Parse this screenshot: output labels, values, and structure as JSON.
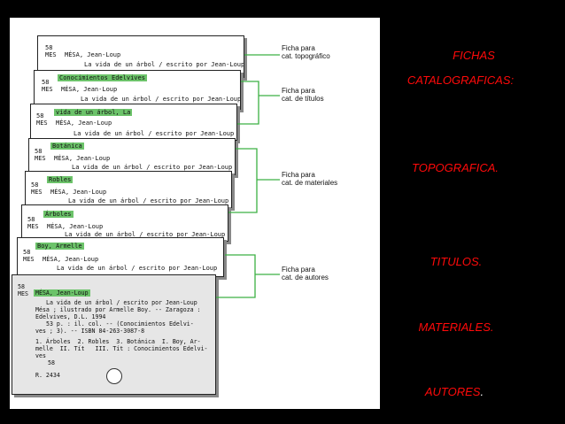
{
  "card_common": {
    "call_number": "58",
    "call_letters": "MES",
    "author": "MÉSA, Jean-Loup",
    "title": "La vida de un árbol / escrito por Jean-Loup"
  },
  "cards": [
    {
      "heading": "",
      "call_number": "58",
      "call_letters": "MES",
      "author_line": "MÉSA, Jean-Loup"
    },
    {
      "heading": "Conocimientos Edelvives"
    },
    {
      "heading": "vida de un árbol, La"
    },
    {
      "heading": "Botánica"
    },
    {
      "heading": "Robles"
    },
    {
      "heading": "Árboles"
    },
    {
      "heading": "Boy, Armelle"
    }
  ],
  "main_card": {
    "call_number": "58",
    "call_letters": "MES",
    "author": "MÉSA, Jean-Loup",
    "lines": [
      "La vida de un árbol / escrito por Jean-Loup",
      "Mésa ; ilustrado por Armelle Boy. -- Zaragoza :",
      "Edelvives, D.L. 1994",
      "53 p. : il. col. -- (Conocimientos Edelvi-",
      "ves ; 3). -- ISBN 84-263-3087-8",
      "",
      "1. Árboles  2. Robles  3. Botánica  I. Boy, Ar-",
      "melle  II. Tít   III. Tít : Conocimientos Edelvi-",
      "ves",
      "58",
      "R. 2434"
    ]
  },
  "callouts": [
    {
      "line1": "Ficha para",
      "line2": "cat. topográfico"
    },
    {
      "line1": "Ficha para",
      "line2": "cat. de títulos"
    },
    {
      "line1": "Ficha para",
      "line2": "cat. de materiales"
    },
    {
      "line1": "Ficha para",
      "line2": "cat. de autores"
    }
  ],
  "right_panel": {
    "heading1": "FICHAS",
    "heading2": "CATALOGRAFICAS:",
    "item1": "TOPOGRAFICA.",
    "item2": "TITULOS.",
    "item3": "MATERIALES.",
    "item4_main": "AUTORES",
    "item4_dot": "."
  },
  "colors": {
    "background": "#000000",
    "highlight": "#6cc36a",
    "connector": "#3cb043",
    "accent_text": "#ff0a0a"
  }
}
